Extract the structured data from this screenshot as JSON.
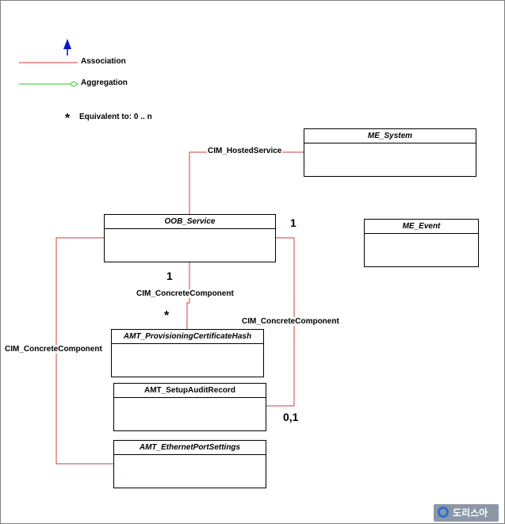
{
  "legend": {
    "association_label": "Association",
    "aggregation_label": "Aggregation",
    "multiplicity_symbol": "*",
    "multiplicity_text": "Equivalent to:  0 .. n"
  },
  "classes": {
    "me_system": "ME_System",
    "oob_service": "OOB_Service",
    "me_event": "ME_Event",
    "cert_hash": "AMT_ProvisioningCertificateHash",
    "setup_audit": "AMT_SetupAuditRecord",
    "ethernet_port": "AMT_EthernetPortSettings"
  },
  "associations": {
    "hosted_service": "CIM_HostedService",
    "concrete_component_center": "CIM_ConcreteComponent",
    "concrete_component_right": "CIM_ConcreteComponent",
    "concrete_component_left": "CIM_ConcreteComponent"
  },
  "multiplicities": {
    "oob_right": "1",
    "oob_bottom": "1",
    "cert_top": "*",
    "audit_right": "0,1"
  },
  "watermark": {
    "text": "도리스아"
  },
  "colors": {
    "association_line": "#d23c3c",
    "aggregation_line": "#2ec82e",
    "arrow": "#0a14c8"
  }
}
